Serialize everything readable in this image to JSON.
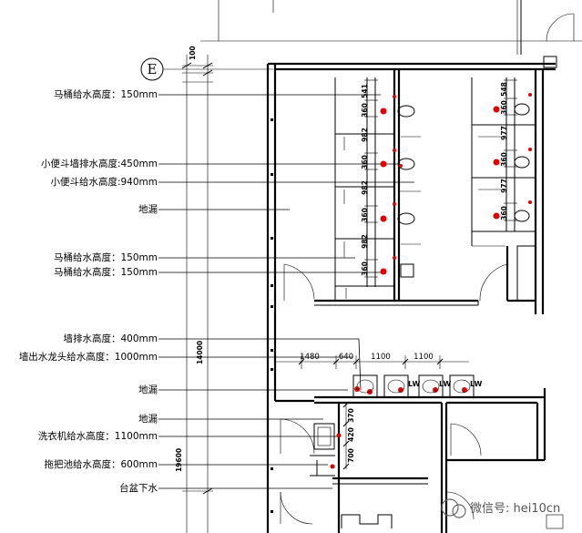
{
  "grid_axis": "E",
  "labels": [
    "马桶给水高度：150mm",
    "小便斗墙排水高度:450mm",
    "小便斗给水高度:940mm",
    "地漏",
    "马桶给水高度：150mm",
    "马桶给水高度：150mm",
    "墙排水高度：400mm",
    "墙出水龙头给水高度：1000mm",
    "地漏",
    "地漏",
    "洗衣机给水高度：1100mm",
    "拖把池给水高度：600mm",
    "台盆下水"
  ],
  "dims_left": [
    "100",
    "14000",
    "19600"
  ],
  "dims_horizontal": [
    "1480",
    "640",
    "1100",
    "1100"
  ],
  "dims_vertical_lower": [
    "370",
    "420",
    "700"
  ],
  "dims_vertical_left_stalls": [
    "541",
    "360",
    "982",
    "360",
    "982",
    "360",
    "982",
    "360"
  ],
  "dims_vertical_right_stalls": [
    "548",
    "360",
    "977",
    "360",
    "977",
    "360"
  ],
  "fixture_tags": [
    "LW",
    "LW",
    "LW"
  ],
  "watermark": "微信号: hei10cn",
  "colors": {
    "markers": "#e00000",
    "lines": "#000000",
    "watermark": "#555555"
  }
}
